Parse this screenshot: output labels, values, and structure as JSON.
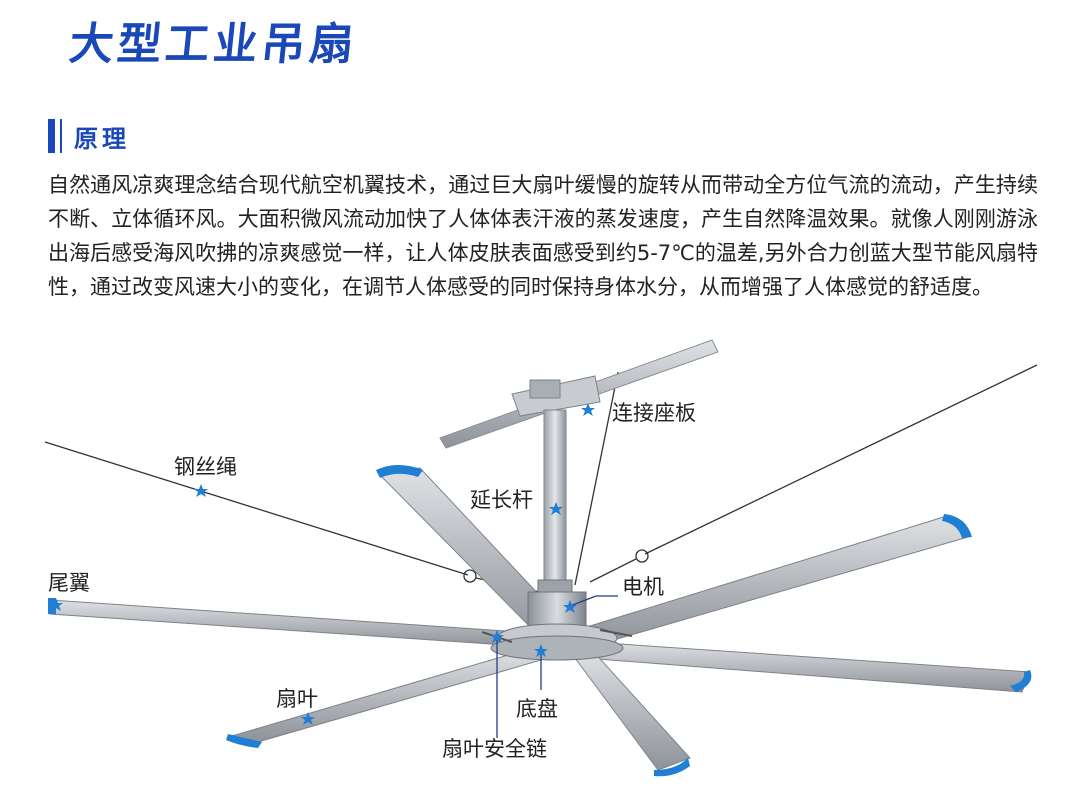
{
  "page": {
    "title": "大型工业吊扇",
    "section_title": "原理",
    "intro": "自然通风凉爽理念结合现代航空机翼技术，通过巨大扇叶缓慢的旋转从而带动全方位气流的流动，产生持续不断、立体循环风。大面积微风流动加快了人体体表汗液的蒸发速度，产生自然降温效果。就像人刚刚游泳出海后感受海风吹拂的凉爽感觉一样，让人体皮肤表面感受到约5-7℃的温差,另外合力创蓝大型节能风扇特性，通过改变风速大小的变化，在调节人体感受的同时保持身体水分，从而增强了人体感觉的舒适度。"
  },
  "diagram": {
    "labels": {
      "mount_plate": "连接座板",
      "wire_rope": "钢丝绳",
      "extension_rod": "延长杆",
      "winglet": "尾翼",
      "motor": "电机",
      "blade": "扇叶",
      "chassis": "底盘",
      "blade_safety_chain": "扇叶安全链"
    },
    "colors": {
      "accent": "#1a48b8",
      "marker": "#1f7fd4",
      "blade": "#b9bdc2"
    }
  }
}
